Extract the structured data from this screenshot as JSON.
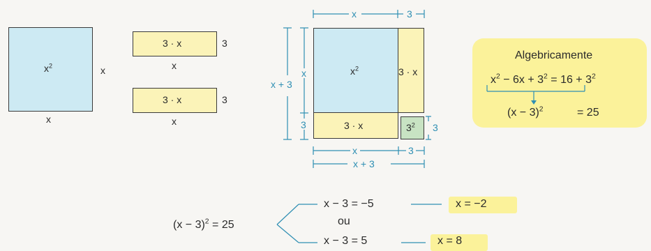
{
  "left_figures": {
    "square_label": "x",
    "square_var": "x",
    "square_exp": "2",
    "square_side": "x",
    "square_bottom": "x",
    "rect_label": "3 · x",
    "rect_side": "3",
    "rect_bottom": "x"
  },
  "assembled": {
    "top_x": "x",
    "top_3": "3",
    "left_outer": "x + 3",
    "left_x": "x",
    "left_3": "3",
    "big_var": "x",
    "big_exp": "2",
    "right_rect": "3 · x",
    "bottom_rect": "3 · x",
    "small_var": "3",
    "small_exp": "2",
    "small_side": "3",
    "bottom_x": "x",
    "bottom_3": "3",
    "bottom_total": "x + 3"
  },
  "algebra": {
    "title": "Algebricamente",
    "line1_a": "x",
    "line1_a_exp": "2",
    "line1_b": " − 6x + 3",
    "line1_b_exp": "2",
    "line1_c": " = 16 + 3",
    "line1_c_exp": "2",
    "line2_a": "(x − 3)",
    "line2_a_exp": "2",
    "line2_b": "= 25"
  },
  "solution": {
    "lhs_a": "(x − 3)",
    "lhs_exp": "2",
    "lhs_b": " = 25",
    "branch1": "x − 3 = −5",
    "result1": "x = −2",
    "connector": "ou",
    "branch2": "x − 3 = 5",
    "result2": "x = 8"
  }
}
